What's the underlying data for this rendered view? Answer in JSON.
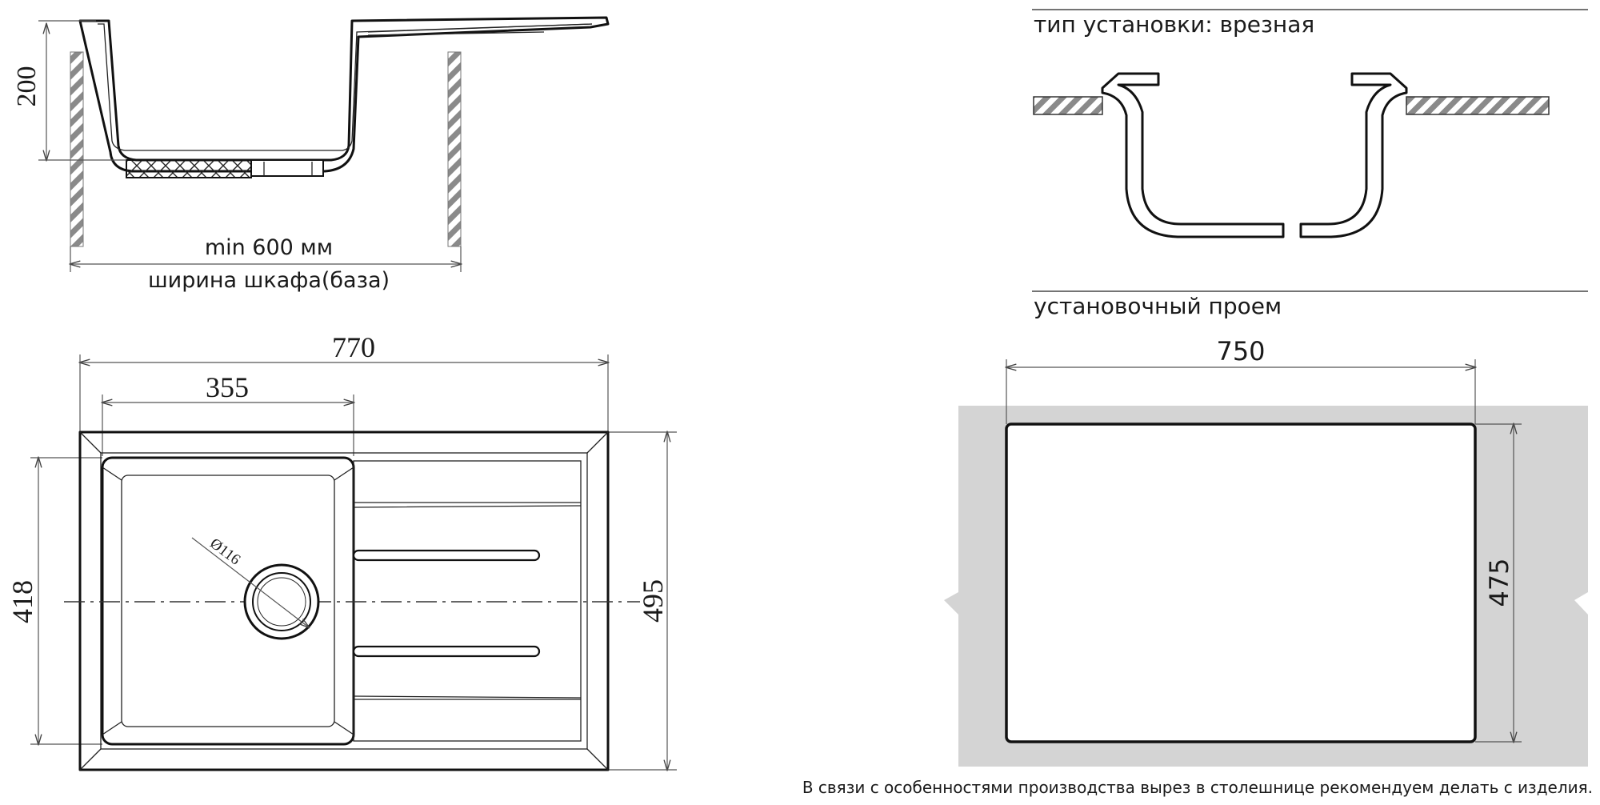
{
  "colors": {
    "line": "#111111",
    "hatch": "#8a8a8a",
    "countertop": "#d4d4d4",
    "text": "#1a1a1a"
  },
  "side_view": {
    "height_label": "200",
    "min_width_label": "min 600 мм",
    "cabinet_label": "ширина шкафа(база)"
  },
  "top_view": {
    "width_total": "770",
    "bowl_width": "355",
    "bowl_height": "418",
    "total_height": "495",
    "drain_label": "Ø116"
  },
  "installation": {
    "type_label": "тип установки: врезная",
    "cutout_label": "установочный проем",
    "cutout_width": "750",
    "cutout_height": "475"
  },
  "footer_note": "В связи с особенностями производства вырез в столешнице рекомендуем делать с изделия."
}
